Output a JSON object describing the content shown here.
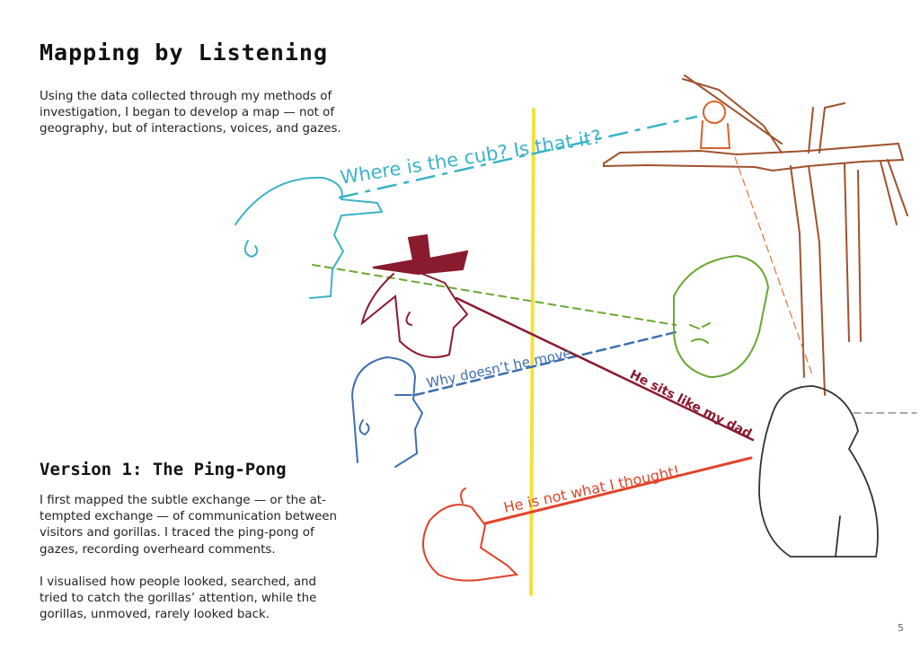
{
  "title": "Mapping by Listening",
  "intro": "Using the data collected through my methods of\ninvestigation, I began to develop a map — not of\ngeography, but of interactions, voices, and gazes.",
  "subtitle": "Version 1: The Ping-Pong",
  "para1": "I first mapped the subtle exchange — or the at-\ntempted exchange — of communication between\nvisitors and gorillas. I traced the ping-pong of\ngazes, recording overheard comments.",
  "para2": "I visualised how people looked, searched, and\ntried to catch the gorillas’ attention, while the\ngorillas, unmoved, rarely looked back.",
  "quotes": {
    "cub": "Where is the cub? Is that it?",
    "move": "Why doesn’t he move.",
    "dad": "He sits like my dad",
    "thought": "He is not what I thought!"
  },
  "colors": {
    "cyan": "#3bb3c8",
    "maroon": "#8a1a2e",
    "green": "#6aa832",
    "blue": "#3f6fb0",
    "red": "#e0452a",
    "orange": "#d9622a",
    "brown": "#a0522d",
    "yellow": "#f2e23a"
  },
  "page_number": "5"
}
